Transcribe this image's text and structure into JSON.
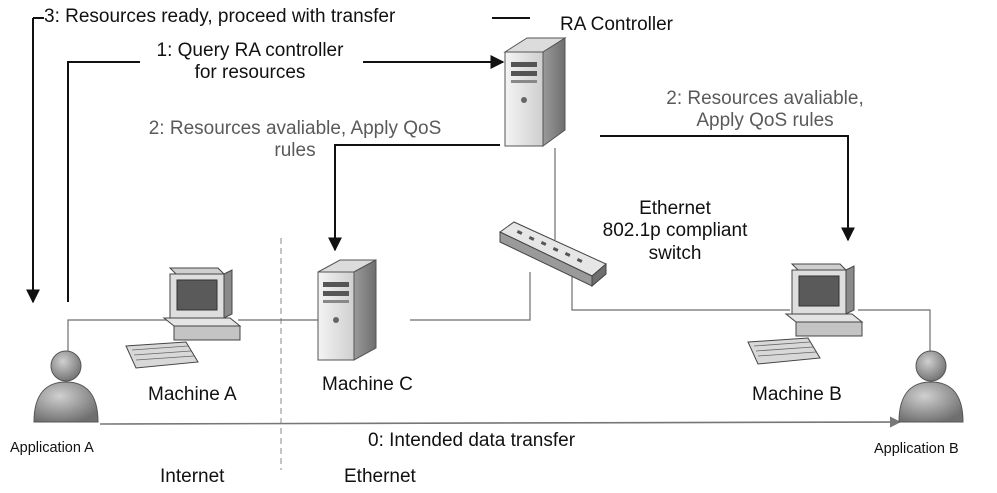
{
  "labels": {
    "step3": "3: Resources ready, proceed with transfer",
    "ra_controller": "RA Controller",
    "step1_line1": "1: Query RA controller",
    "step1_line2": "for resources",
    "step2_left_line1": "2: Resources avaliable, Apply QoS",
    "step2_left_line2": "rules",
    "step2_right_line1": "2: Resources avaliable,",
    "step2_right_line2": "Apply QoS rules",
    "switch_line1": "Ethernet",
    "switch_line2": "802.1p compliant",
    "switch_line3": "switch",
    "machine_a": "Machine A",
    "machine_c": "Machine C",
    "machine_b": "Machine B",
    "application_a": "Application A",
    "application_b": "Application B",
    "step0": "0: Intended data transfer",
    "zone_internet": "Internet",
    "zone_ethernet": "Ethernet"
  },
  "icons": {
    "ra_controller": "server-tower-icon",
    "machine_c": "server-tower-icon",
    "machine_a": "desktop-computer-icon",
    "machine_b": "desktop-computer-icon",
    "switch": "network-switch-icon",
    "application_a": "user-person-icon",
    "application_b": "user-person-icon"
  },
  "colors": {
    "line": "#6e6e6e",
    "arrow": "#111111",
    "device_light": "#e9e9e9",
    "device_dark": "#8a8a8a",
    "person": "#8c8c8c"
  }
}
